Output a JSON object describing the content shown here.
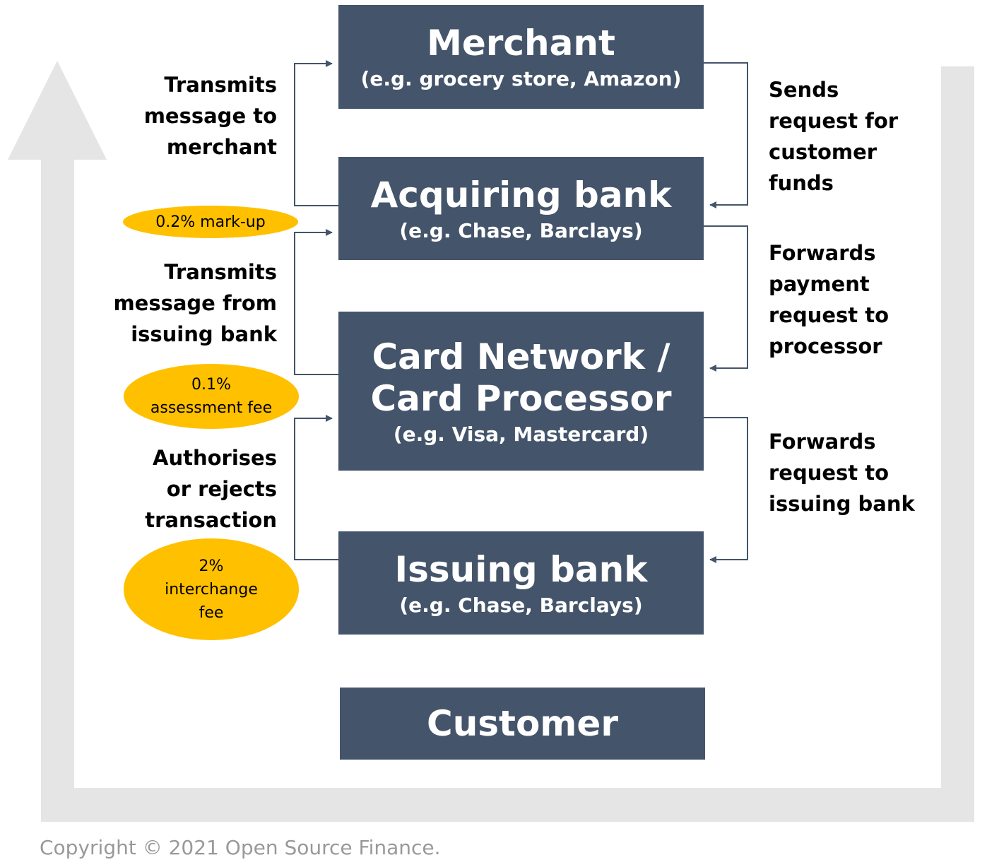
{
  "boxes": {
    "merchant": {
      "title": "Merchant",
      "sub": "(e.g. grocery store, Amazon)"
    },
    "acquiring": {
      "title": "Acquiring bank",
      "sub": "(e.g. Chase, Barclays)"
    },
    "network": {
      "title": "Card Network / Card Processor",
      "sub": "(e.g. Visa, Mastercard)"
    },
    "issuing": {
      "title": "Issuing bank",
      "sub": "(e.g. Chase, Barclays)"
    },
    "customer": {
      "title": "Customer"
    }
  },
  "left_labels": {
    "to_merchant": "Transmits\nmessage to\nmerchant",
    "from_issuing": "Transmits\nmessage from\nissuing bank",
    "authorises": "Authorises\nor rejects\ntransaction"
  },
  "right_labels": {
    "sends_request": "Sends\nrequest for\ncustomer\nfunds",
    "forwards_payment": "Forwards\npayment\nrequest to\nprocessor",
    "forwards_request": "Forwards\nrequest to\nissuing bank"
  },
  "fees": {
    "markup": "0.2% mark-up",
    "assessment": "0.1%\nassessment fee",
    "interchange": "2%\ninterchange\nfee"
  },
  "copyright": "Copyright © 2021 Open Source Finance.",
  "colors": {
    "box": "#44546a",
    "fee": "#ffc000",
    "frame": "#e5e5e5"
  }
}
